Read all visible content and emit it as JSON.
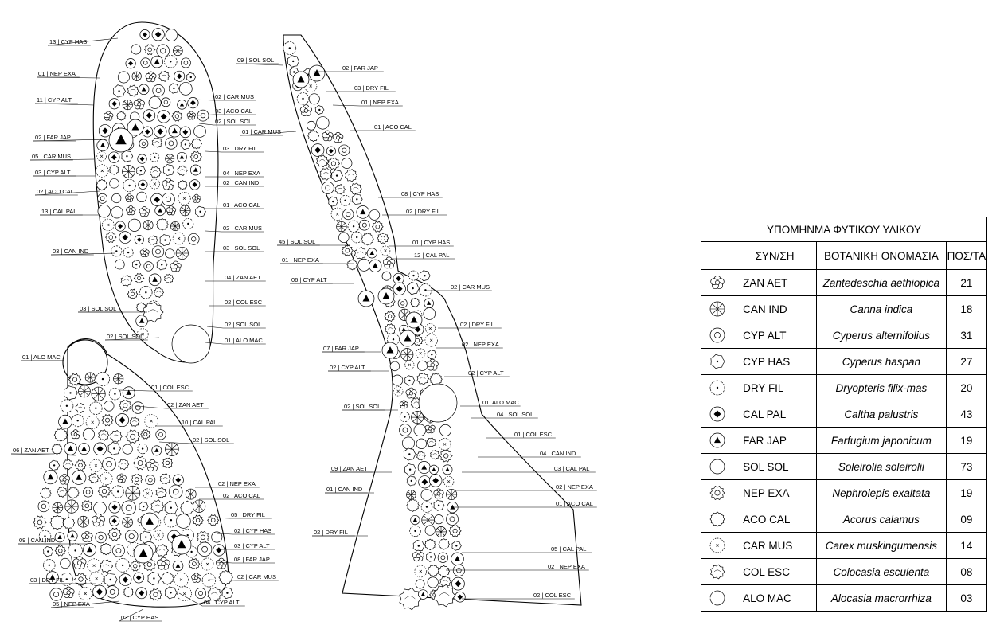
{
  "legend": {
    "title": "ΥΠΟΜΗΝΜΑ ΦΥΤΙΚΟΥ ΥΛΙΚΟΥ",
    "headers": {
      "code": "ΣΥΝ/ΣΗ",
      "botanical": "ΒΟΤΑΝΙΚΗ ΟΝΟΜΑΣΙΑ",
      "quantity": "ΠΟΣ/ΤΑ"
    },
    "rows": [
      {
        "symbol": "zan-aet-icon",
        "code": "ZAN AET",
        "botanical": "Zantedeschia aethiopica",
        "qty": "21"
      },
      {
        "symbol": "can-ind-icon",
        "code": "CAN IND",
        "botanical": "Canna indica",
        "qty": "18"
      },
      {
        "symbol": "cyp-alt-icon",
        "code": "CYP ALT",
        "botanical": "Cyperus alternifolius",
        "qty": "31"
      },
      {
        "symbol": "cyp-has-icon",
        "code": "CYP HAS",
        "botanical": "Cyperus haspan",
        "qty": "27"
      },
      {
        "symbol": "dry-fil-icon",
        "code": "DRY FIL",
        "botanical": "Dryopteris filix-mas",
        "qty": "20"
      },
      {
        "symbol": "cal-pal-icon",
        "code": "CAL PAL",
        "botanical": "Caltha palustris",
        "qty": "43"
      },
      {
        "symbol": "far-jap-icon",
        "code": "FAR JAP",
        "botanical": "Farfugium japonicum",
        "qty": "19"
      },
      {
        "symbol": "sol-sol-icon",
        "code": "SOL SOL",
        "botanical": "Soleirolia soleirolii",
        "qty": "73"
      },
      {
        "symbol": "nep-exa-icon",
        "code": "NEP EXA",
        "botanical": "Nephrolepis exaltata",
        "qty": "19"
      },
      {
        "symbol": "aco-cal-icon",
        "code": "ACO CAL",
        "botanical": "Acorus calamus",
        "qty": "09"
      },
      {
        "symbol": "car-mus-icon",
        "code": "CAR MUS",
        "botanical": "Carex muskingumensis",
        "qty": "14"
      },
      {
        "symbol": "col-esc-icon",
        "code": "COL ESC",
        "botanical": "Colocasia esculenta",
        "qty": "08"
      },
      {
        "symbol": "alo-mac-icon",
        "code": "ALO MAC",
        "botanical": "Alocasia macrorrhiza",
        "qty": "03"
      }
    ]
  },
  "labels": {
    "bed1": [
      "13 | CYP HAS",
      "01 | NEP EXA",
      "11 | CYP ALT",
      "02 | FAR JAP",
      "05 | CAR MUS",
      "03 | CYP ALT",
      "02 | ACO CAL",
      "13 | CAL PAL",
      "03 | CAN IND",
      "03 | SOL SOL",
      "02 | SOL SOL",
      "02 | CAR MUS",
      "03 | ACO CAL",
      "02 | SOL SOL",
      "03 | DRY FIL",
      "04 | NEP EXA",
      "02 | CAN IND",
      "01 | ACO CAL",
      "02 | CAR MUS",
      "03 | SOL SOL",
      "04 | ZAN AET",
      "02 | COL ESC",
      "02 | SOL SOL",
      "01 | ALO MAC"
    ],
    "bed2": [
      "01 | ALO MAC",
      "01 | COL ESC",
      "02 | ZAN AET",
      "10 | CAL PAL",
      "02 | SOL SOL",
      "06 | ZAN AET",
      "02 | NEP EXA",
      "02 | ACO CAL",
      "05 | DRY FIL",
      "02 | CYP HAS",
      "03 | CYP ALT",
      "08 | FAR JAP",
      "02 | CAR MUS",
      "04 | CYP ALT",
      "09 | CAN IND",
      "03 | DRY FIL",
      "05 | NEP EXA",
      "03 | CYP HAS"
    ],
    "bed3": [
      "09 | SOL SOL",
      "02 | FAR JAP",
      "03 | DRY FIL",
      "01 | NEP EXA",
      "01 | CAR MUS",
      "01 | ACO CAL",
      "08 | CYP HAS",
      "02 | DRY FIL",
      "45 | SOL SOL",
      "01 | CYP HAS",
      "01 | NEP EXA",
      "12 | CAL PAL",
      "06 | CYP ALT",
      "02 | CAR MUS",
      "02 | DRY FIL",
      "07 | FAR JAP",
      "02 | NEP EXA",
      "02 | CYP ALT",
      "02 | CYP ALT",
      "01| ALO MAC",
      "02 | SOL SOL",
      "04 | SOL SOL",
      "01 | COL ESC",
      "04 | CAN IND",
      "03 | CAL PAL",
      "09 | ZAN AET",
      "02 | NEP EXA",
      "01 | CAN IND",
      "01 | ACO CAL",
      "02 | DRY FIL",
      "05 | CAL PAL",
      "02 | NEP EXA",
      "02 | COL ESC"
    ]
  }
}
